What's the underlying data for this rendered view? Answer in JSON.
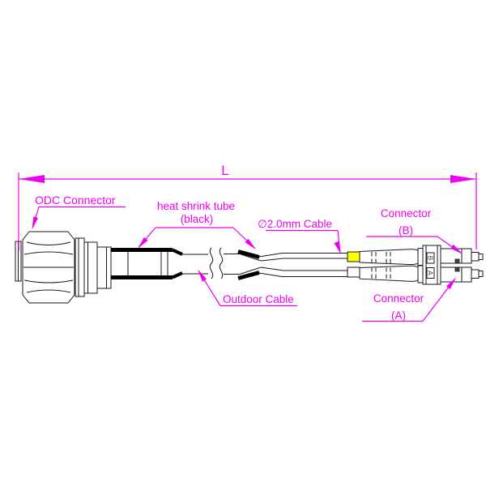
{
  "drawing": {
    "title_dimension": {
      "label": "L"
    },
    "labels": {
      "odc": "ODC Connector",
      "heat_shrink_line1": "heat shrink tube",
      "heat_shrink_line2": "(black)",
      "cable_2mm": "∅2.0mm Cable",
      "connector_b_line1": "Connector",
      "connector_b_line2": "(B)",
      "connector_a_line1": "Connector",
      "connector_a_line2": "(A)",
      "outdoor_cable": "Outdoor Cable"
    },
    "clip_markers": {
      "top": "B",
      "bottom": "A"
    },
    "colors": {
      "annotation": "#EE00EE",
      "line": "#1A1A1A",
      "heat_shrink": "#000000",
      "boot_highlight": "#FFFF00",
      "background": "#FFFFFF"
    }
  }
}
